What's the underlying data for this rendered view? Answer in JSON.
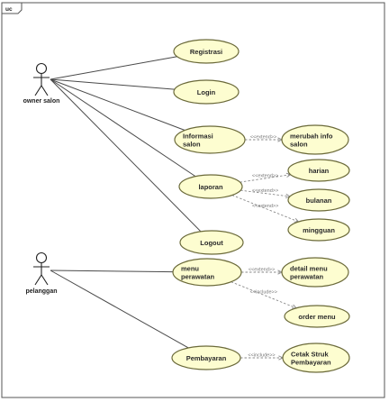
{
  "frame": {
    "label": "uc"
  },
  "actors": [
    {
      "id": "owner",
      "label": "owner salon"
    },
    {
      "id": "pelanggan",
      "label": "pelanggan"
    }
  ],
  "use_cases": [
    {
      "id": "registrasi",
      "lines": [
        "Registrasi"
      ]
    },
    {
      "id": "login",
      "lines": [
        "Login"
      ]
    },
    {
      "id": "informasi",
      "lines": [
        "Informasi",
        "salon"
      ]
    },
    {
      "id": "laporan",
      "lines": [
        "laporan"
      ]
    },
    {
      "id": "logout",
      "lines": [
        "Logout"
      ]
    },
    {
      "id": "merubah",
      "lines": [
        "merubah info",
        "salon"
      ]
    },
    {
      "id": "harian",
      "lines": [
        "harian"
      ]
    },
    {
      "id": "bulanan",
      "lines": [
        "bulanan"
      ]
    },
    {
      "id": "mingguan",
      "lines": [
        "mingguan"
      ]
    },
    {
      "id": "menu",
      "lines": [
        "menu",
        "perawatan"
      ]
    },
    {
      "id": "detail",
      "lines": [
        "detail menu",
        "perawatan"
      ]
    },
    {
      "id": "order",
      "lines": [
        "order menu"
      ]
    },
    {
      "id": "pembayaran",
      "lines": [
        "Pembayaran"
      ]
    },
    {
      "id": "cetak",
      "lines": [
        "Cetak Struk",
        "Pembayaran"
      ]
    }
  ],
  "associations": [
    {
      "from": "owner",
      "to": "registrasi"
    },
    {
      "from": "owner",
      "to": "login"
    },
    {
      "from": "owner",
      "to": "informasi"
    },
    {
      "from": "owner",
      "to": "laporan"
    },
    {
      "from": "owner",
      "to": "logout"
    },
    {
      "from": "pelanggan",
      "to": "menu"
    },
    {
      "from": "pelanggan",
      "to": "pembayaran"
    }
  ],
  "dependencies": [
    {
      "from": "informasi",
      "to": "merubah",
      "stereotype": "<<extend>>"
    },
    {
      "from": "laporan",
      "to": "harian",
      "stereotype": "<<extend>>"
    },
    {
      "from": "laporan",
      "to": "bulanan",
      "stereotype": "<<extend>>"
    },
    {
      "from": "laporan",
      "to": "mingguan",
      "stereotype": "<<extend>>"
    },
    {
      "from": "menu",
      "to": "detail",
      "stereotype": "<<extend>>"
    },
    {
      "from": "menu",
      "to": "order",
      "stereotype": "<<include>>"
    },
    {
      "from": "pembayaran",
      "to": "cetak",
      "stereotype": "<<include>>"
    }
  ]
}
